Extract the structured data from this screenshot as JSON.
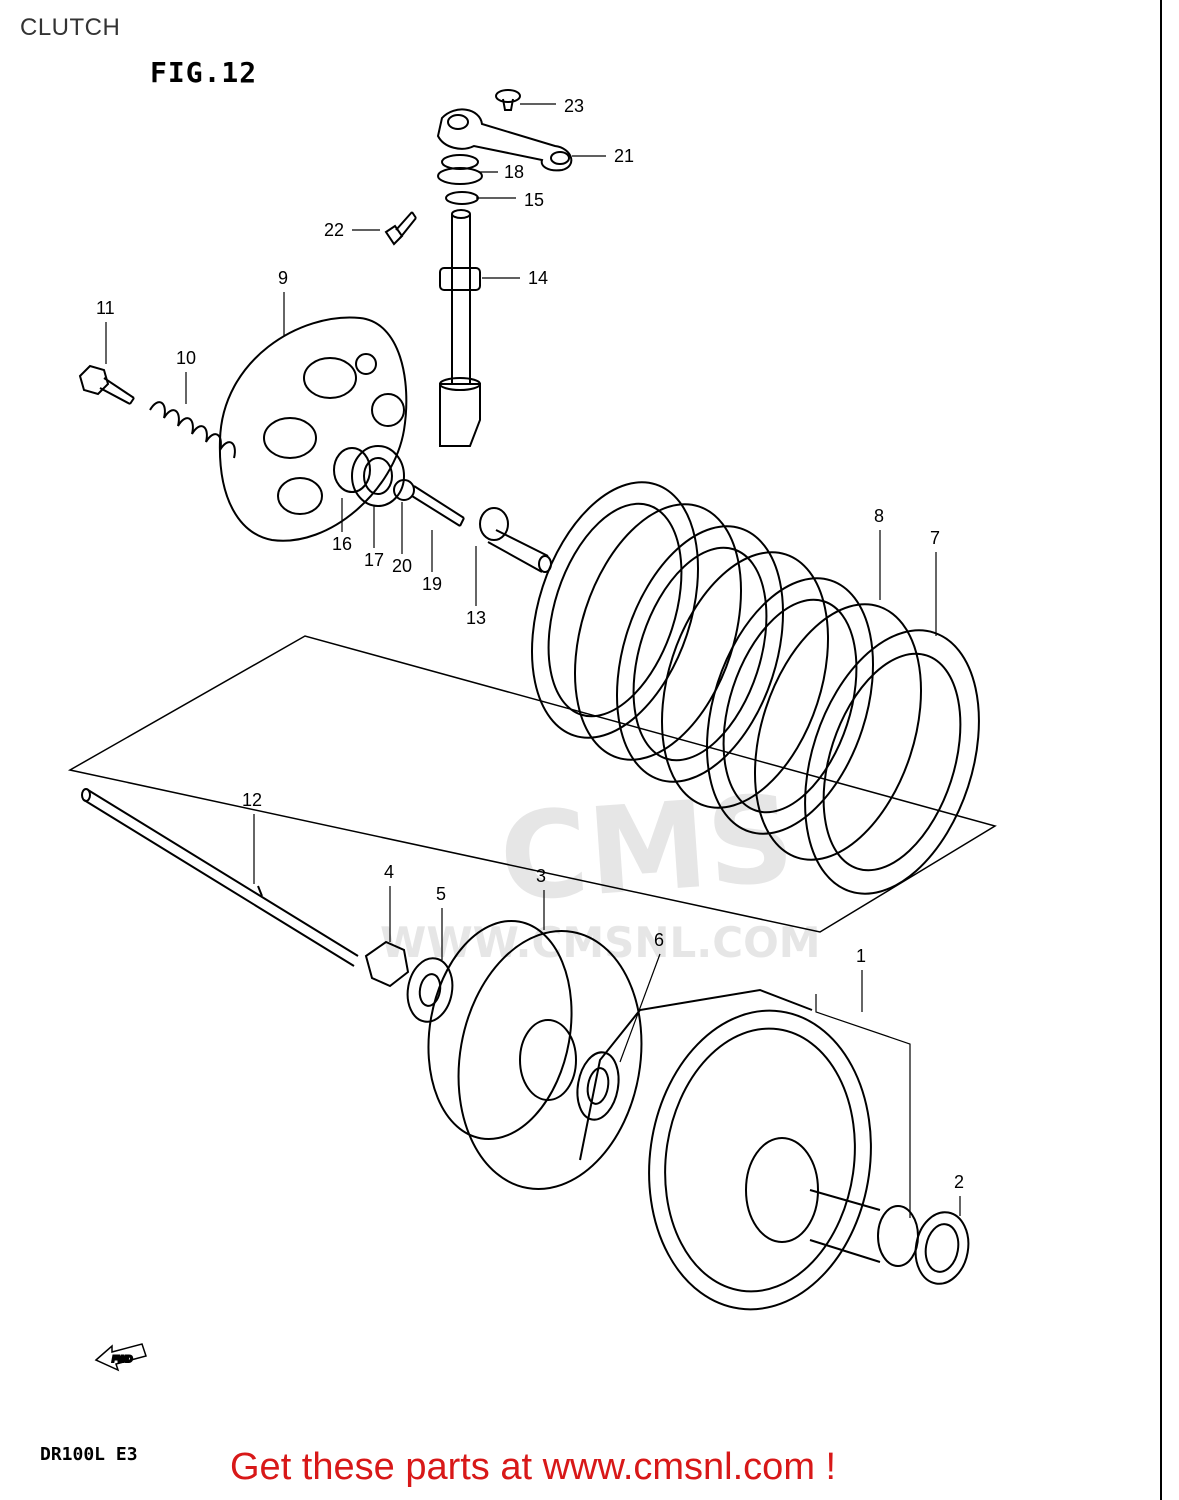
{
  "page_title": "CLUTCH",
  "figure_label": "FIG.12",
  "model_code": "DR100L E3",
  "promo_text": "Get these parts at www.cmsnl.com !",
  "watermark": {
    "logo_text": "CMS",
    "url_text": "WWW.CMSNL.COM"
  },
  "callouts": [
    "23",
    "21",
    "18",
    "15",
    "22",
    "14",
    "9",
    "11",
    "10",
    "16",
    "17",
    "20",
    "19",
    "13",
    "8",
    "7",
    "12",
    "4",
    "5",
    "3",
    "6",
    "1",
    "2"
  ],
  "fwd_label": "FWD",
  "colors": {
    "promo": "#d81818",
    "line": "#000000",
    "watermark": "#e6e6e6"
  }
}
